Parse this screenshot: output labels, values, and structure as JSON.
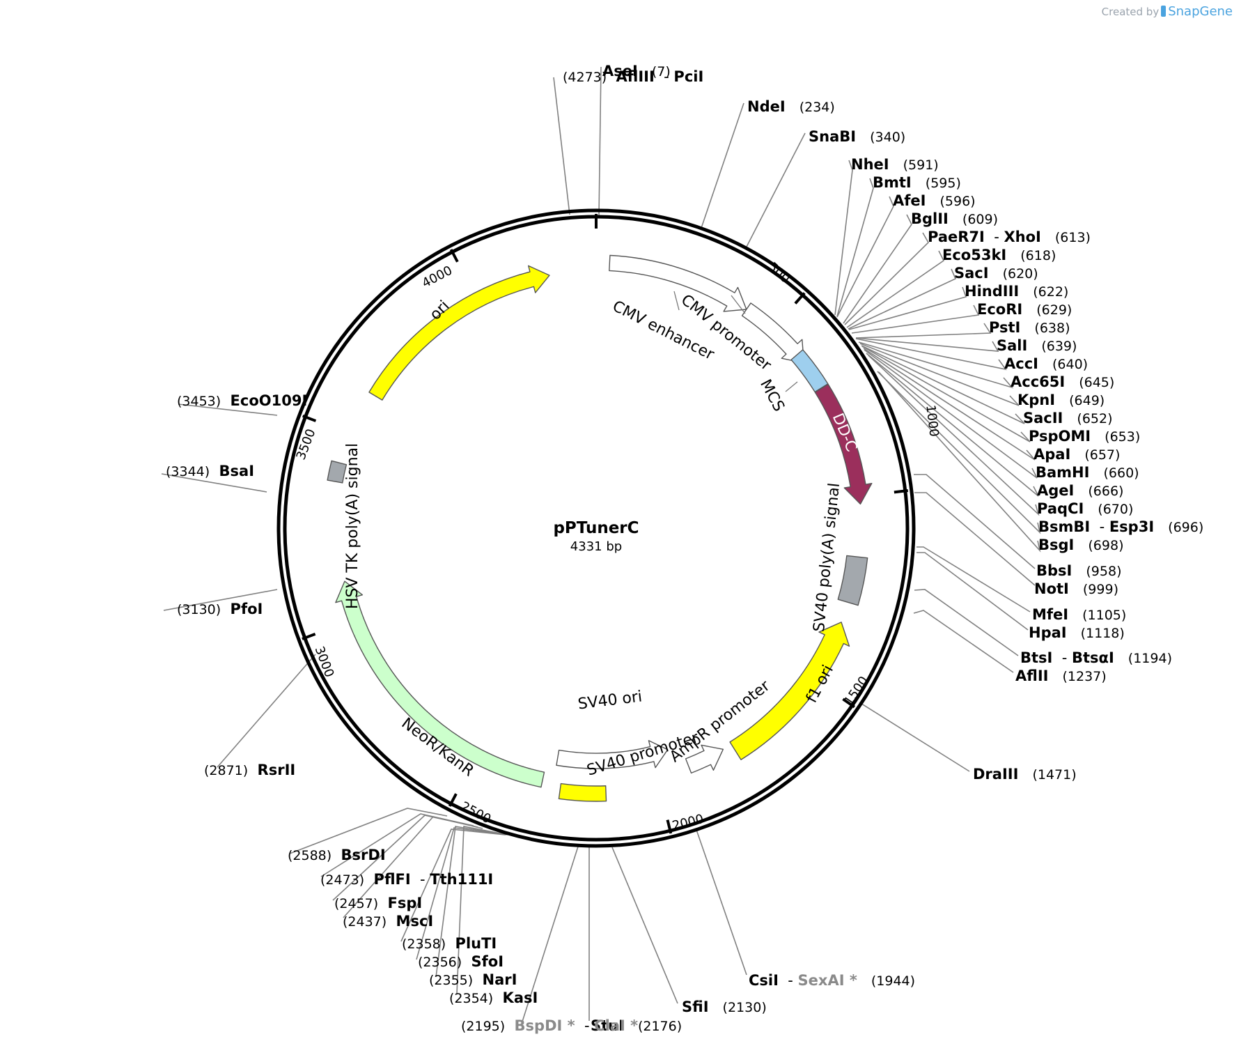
{
  "plasmid": {
    "name": "pPTunerC",
    "size_label": "4331 bp",
    "length": 4331
  },
  "credit": {
    "prefix": "Created by",
    "brand": "SnapGene"
  },
  "ticks": [
    {
      "pos": 500,
      "label": "500"
    },
    {
      "pos": 1000,
      "label": "1000"
    },
    {
      "pos": 1500,
      "label": "1500"
    },
    {
      "pos": 2000,
      "label": "2000"
    },
    {
      "pos": 2500,
      "label": "2500"
    },
    {
      "pos": 3000,
      "label": "3000"
    },
    {
      "pos": 3500,
      "label": "3500"
    },
    {
      "pos": 4000,
      "label": "4000"
    }
  ],
  "features": [
    {
      "name": "CMV enhancer",
      "start": 35,
      "end": 415,
      "color": "#ffffff",
      "dir": "cw"
    },
    {
      "name": "CMV promoter",
      "start": 415,
      "end": 620,
      "color": "#ffffff",
      "dir": "cw"
    },
    {
      "name": "MCS",
      "start": 592,
      "end": 699,
      "color": "#9ecfee",
      "dir": "none"
    },
    {
      "name": "DD-C",
      "start": 700,
      "end": 1020,
      "color": "#9b2f5c",
      "dir": "cw"
    },
    {
      "name": "SV40 poly(A) signal",
      "start": 1158,
      "end": 1280,
      "color": "#a3a8ad",
      "dir": "none"
    },
    {
      "name": "f1 ori",
      "start": 1335,
      "end": 1780,
      "color": "#ffff00",
      "dir": "ccw"
    },
    {
      "name": "AmpR promoter",
      "start": 1806,
      "end": 1910,
      "color": "#ffffff",
      "dir": "ccw"
    },
    {
      "name": "SV40 promoter",
      "start": 1950,
      "end": 2280,
      "color": "#ffffff",
      "dir": "ccw"
    },
    {
      "name": "SV40 ori",
      "start": 2140,
      "end": 2260,
      "color": "#ffff00",
      "dir": "none"
    },
    {
      "name": "NeoR/KanR",
      "start": 2310,
      "end": 3105,
      "color": "#ccffcc",
      "dir": "cw"
    },
    {
      "name": "HSV TK poly(A) signal",
      "start": 3370,
      "end": 3420,
      "color": "#a3a8ad",
      "dir": "none"
    },
    {
      "name": "ori",
      "start": 3620,
      "end": 4205,
      "color": "#ffff00",
      "dir": "cw"
    }
  ],
  "sites": [
    {
      "parts": [
        {
          "name": "AseI"
        }
      ],
      "pos": "(7)",
      "num_first": false
    },
    {
      "parts": [
        {
          "name": "NdeI"
        }
      ],
      "pos": "(234)",
      "num_first": false
    },
    {
      "parts": [
        {
          "name": "SnaBI"
        }
      ],
      "pos": "(340)",
      "num_first": false
    },
    {
      "parts": [
        {
          "name": "NheI"
        }
      ],
      "pos": "(591)",
      "num_first": false
    },
    {
      "parts": [
        {
          "name": "BmtI"
        }
      ],
      "pos": "(595)",
      "num_first": false
    },
    {
      "parts": [
        {
          "name": "AfeI"
        }
      ],
      "pos": "(596)",
      "num_first": false
    },
    {
      "parts": [
        {
          "name": "BglII"
        }
      ],
      "pos": "(609)",
      "num_first": false
    },
    {
      "parts": [
        {
          "name": "PaeR7I"
        },
        {
          "name": "XhoI"
        }
      ],
      "pos": "(613)",
      "num_first": false
    },
    {
      "parts": [
        {
          "name": "Eco53kI"
        }
      ],
      "pos": "(618)",
      "num_first": false
    },
    {
      "parts": [
        {
          "name": "SacI"
        }
      ],
      "pos": "(620)",
      "num_first": false
    },
    {
      "parts": [
        {
          "name": "HindIII"
        }
      ],
      "pos": "(622)",
      "num_first": false
    },
    {
      "parts": [
        {
          "name": "EcoRI"
        }
      ],
      "pos": "(629)",
      "num_first": false
    },
    {
      "parts": [
        {
          "name": "PstI"
        }
      ],
      "pos": "(638)",
      "num_first": false
    },
    {
      "parts": [
        {
          "name": "SalI"
        }
      ],
      "pos": "(639)",
      "num_first": false
    },
    {
      "parts": [
        {
          "name": "AccI"
        }
      ],
      "pos": "(640)",
      "num_first": false
    },
    {
      "parts": [
        {
          "name": "Acc65I"
        }
      ],
      "pos": "(645)",
      "num_first": false
    },
    {
      "parts": [
        {
          "name": "KpnI"
        }
      ],
      "pos": "(649)",
      "num_first": false
    },
    {
      "parts": [
        {
          "name": "SacII"
        }
      ],
      "pos": "(652)",
      "num_first": false
    },
    {
      "parts": [
        {
          "name": "PspOMI"
        }
      ],
      "pos": "(653)",
      "num_first": false
    },
    {
      "parts": [
        {
          "name": "ApaI"
        }
      ],
      "pos": "(657)",
      "num_first": false
    },
    {
      "parts": [
        {
          "name": "BamHI"
        }
      ],
      "pos": "(660)",
      "num_first": false
    },
    {
      "parts": [
        {
          "name": "AgeI"
        }
      ],
      "pos": "(666)",
      "num_first": false
    },
    {
      "parts": [
        {
          "name": "PaqCI"
        }
      ],
      "pos": "(670)",
      "num_first": false
    },
    {
      "parts": [
        {
          "name": "BsmBI"
        },
        {
          "name": "Esp3I"
        }
      ],
      "pos": "(696)",
      "num_first": false
    },
    {
      "parts": [
        {
          "name": "BsgI"
        }
      ],
      "pos": "(698)",
      "num_first": false
    },
    {
      "parts": [
        {
          "name": "BbsI"
        }
      ],
      "pos": "(958)",
      "num_first": false
    },
    {
      "parts": [
        {
          "name": "NotI"
        }
      ],
      "pos": "(999)",
      "num_first": false
    },
    {
      "parts": [
        {
          "name": "MfeI"
        }
      ],
      "pos": "(1105)",
      "num_first": false
    },
    {
      "parts": [
        {
          "name": "HpaI"
        }
      ],
      "pos": "(1118)",
      "num_first": false
    },
    {
      "parts": [
        {
          "name": "BtsI"
        },
        {
          "name": "BtsαI"
        }
      ],
      "pos": "(1194)",
      "num_first": false
    },
    {
      "parts": [
        {
          "name": "AflII"
        }
      ],
      "pos": "(1237)",
      "num_first": false
    },
    {
      "parts": [
        {
          "name": "DraIII"
        }
      ],
      "pos": "(1471)",
      "num_first": false
    },
    {
      "parts": [
        {
          "name": "CsiI"
        },
        {
          "name": "SexAI *",
          "dim": true
        }
      ],
      "pos": "(1944)",
      "num_first": false
    },
    {
      "parts": [
        {
          "name": "SfiI"
        }
      ],
      "pos": "(2130)",
      "num_first": false
    },
    {
      "parts": [
        {
          "name": "StuI"
        }
      ],
      "pos": "(2176)",
      "num_first": false
    },
    {
      "parts": [
        {
          "name": "BspDI *",
          "dim": true
        },
        {
          "name": "ClaI *",
          "dim": true
        }
      ],
      "pos": "(2195)",
      "num_first": true
    },
    {
      "parts": [
        {
          "name": "KasI"
        }
      ],
      "pos": "(2354)",
      "num_first": true
    },
    {
      "parts": [
        {
          "name": "NarI"
        }
      ],
      "pos": "(2355)",
      "num_first": true
    },
    {
      "parts": [
        {
          "name": "SfoI"
        }
      ],
      "pos": "(2356)",
      "num_first": true
    },
    {
      "parts": [
        {
          "name": "PluTI"
        }
      ],
      "pos": "(2358)",
      "num_first": true
    },
    {
      "parts": [
        {
          "name": "MscI"
        }
      ],
      "pos": "(2437)",
      "num_first": true
    },
    {
      "parts": [
        {
          "name": "FspI"
        }
      ],
      "pos": "(2457)",
      "num_first": true
    },
    {
      "parts": [
        {
          "name": "PflFI"
        },
        {
          "name": "Tth111I"
        }
      ],
      "pos": "(2473)",
      "num_first": true
    },
    {
      "parts": [
        {
          "name": "BsrDI"
        }
      ],
      "pos": "(2588)",
      "num_first": true
    },
    {
      "parts": [
        {
          "name": "RsrII"
        }
      ],
      "pos": "(2871)",
      "num_first": true
    },
    {
      "parts": [
        {
          "name": "PfoI"
        }
      ],
      "pos": "(3130)",
      "num_first": true
    },
    {
      "parts": [
        {
          "name": "BsaI"
        }
      ],
      "pos": "(3344)",
      "num_first": true
    },
    {
      "parts": [
        {
          "name": "EcoO109I"
        }
      ],
      "pos": "(3453)",
      "num_first": true
    },
    {
      "parts": [
        {
          "name": "AflIII"
        },
        {
          "name": "PciI"
        }
      ],
      "pos": "(4273)",
      "num_first": true
    }
  ]
}
